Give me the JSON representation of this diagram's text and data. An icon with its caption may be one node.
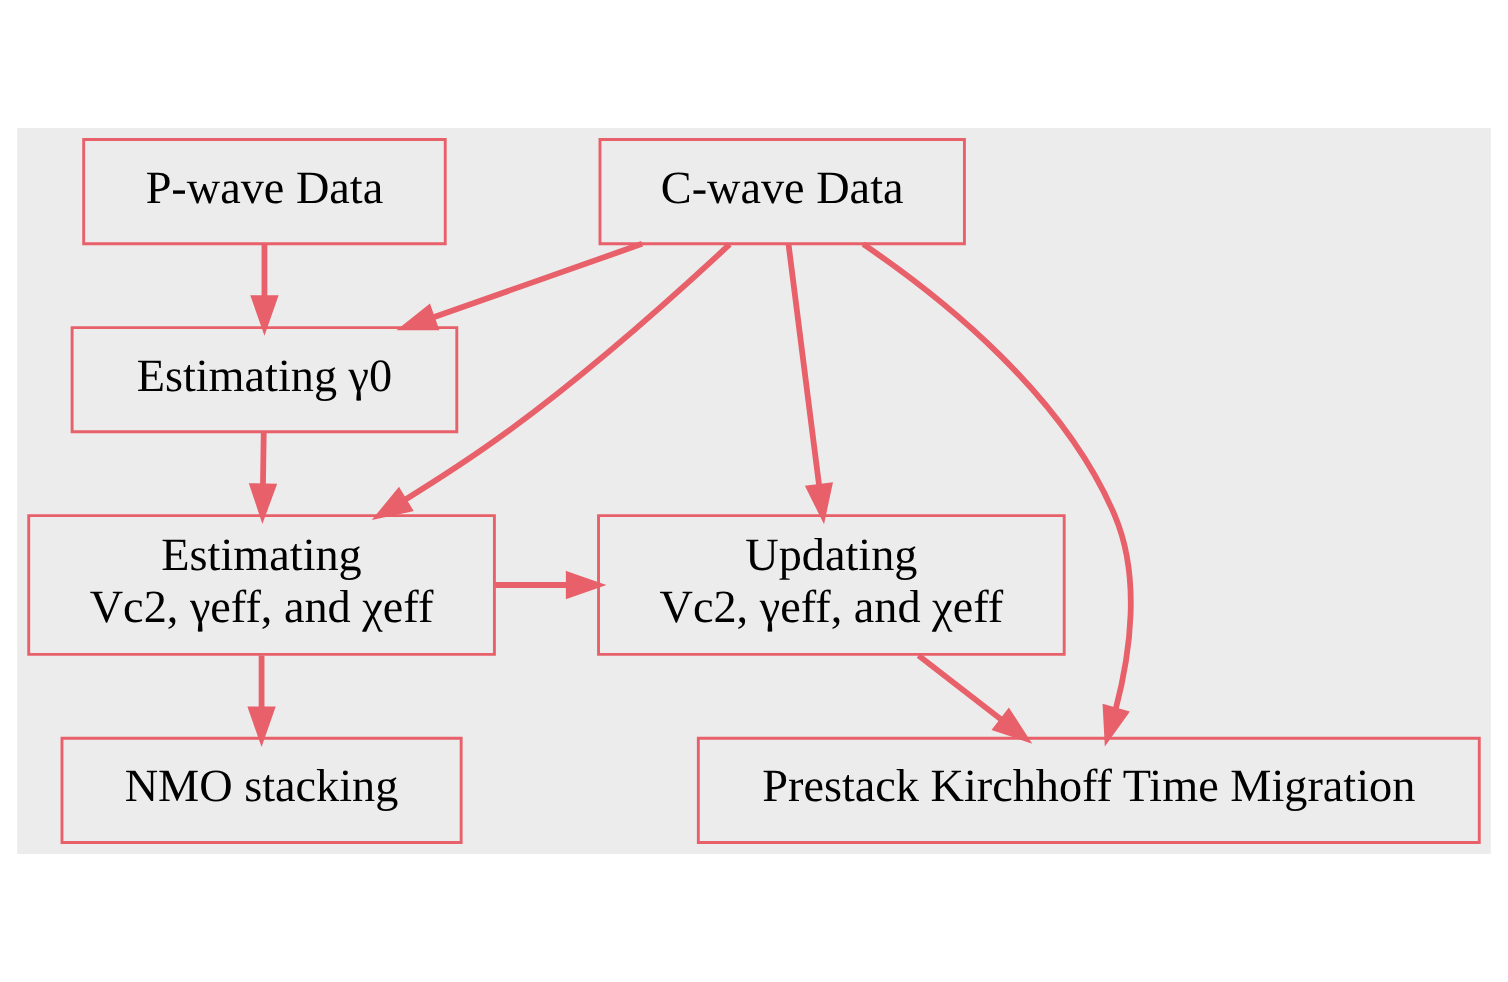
{
  "diagram": {
    "nodes": [
      {
        "text": [
          "P-wave Data"
        ]
      },
      {
        "text": [
          "C-wave Data"
        ]
      },
      {
        "text": [
          "Estimating γ0"
        ]
      },
      {
        "text": [
          "Estimating",
          "Vc2, γeff, and χeff"
        ]
      },
      {
        "text": [
          "NMO stacking"
        ]
      },
      {
        "text": [
          "Updating",
          "Vc2, γeff, and χeff"
        ]
      },
      {
        "text": [
          "Prestack Kirchhoff Time Migration"
        ]
      }
    ],
    "edges": [
      {
        "from": 0,
        "to": 2,
        "arrow": "to"
      },
      {
        "from": 1,
        "to": 2,
        "arrow": "to"
      },
      {
        "from": 1,
        "to": 3,
        "arrow": "to"
      },
      {
        "from": 2,
        "to": 3,
        "arrow": "to"
      },
      {
        "from": 3,
        "to": 4,
        "arrow": "to"
      },
      {
        "from": 3,
        "to": 5,
        "arrow": "to"
      },
      {
        "from": 1,
        "to": 5,
        "arrow": "to"
      },
      {
        "from": 5,
        "to": 6,
        "arrow": "to"
      },
      {
        "from": 1,
        "to": 6,
        "arrow": "to"
      }
    ]
  }
}
